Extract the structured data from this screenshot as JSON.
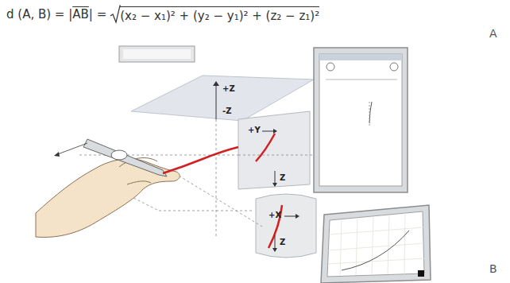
{
  "diagram": {
    "labels": [
      "d (A, B) = |",
      "AB",
      "| =",
      "(x₂ − x₁)² + (y₂ − y₁)² + (z₂ − z₁)²",
      "A",
      "+Z",
      "-Z",
      "+Y",
      "Z",
      "+X",
      "Z",
      "B"
    ]
  }
}
